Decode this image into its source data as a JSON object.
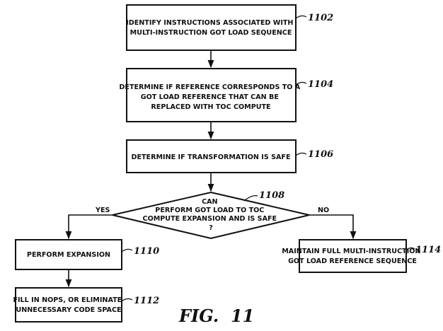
{
  "steps": {
    "s1102": {
      "lines": [
        "IDENTIFY INSTRUCTIONS ASSOCIATED WITH",
        "MULTI-INSTRUCTION GOT LOAD SEQUENCE"
      ],
      "ref": "1102"
    },
    "s1104": {
      "lines": [
        "DETERMINE IF REFERENCE CORRESPONDS TO A",
        "GOT LOAD REFERENCE THAT CAN BE",
        "REPLACED WITH TOC COMPUTE"
      ],
      "ref": "1104"
    },
    "s1106": {
      "lines": [
        "DETERMINE IF TRANSFORMATION IS SAFE"
      ],
      "ref": "1106"
    },
    "s1108": {
      "lines": [
        "CAN",
        "PERFORM GOT LOAD TO TOC",
        "COMPUTE EXPANSION AND IS SAFE",
        "?"
      ],
      "ref": "1108"
    },
    "s1110": {
      "lines": [
        "PERFORM EXPANSION"
      ],
      "ref": "1110"
    },
    "s1112": {
      "lines": [
        "FILL IN NOPS, OR ELIMINATE",
        "UNNECESSARY CODE SPACE"
      ],
      "ref": "1112"
    },
    "s1114": {
      "lines": [
        "MAINTAIN FULL MULTI-INSTRUCTION",
        "GOT LOAD REFERENCE SEQUENCE"
      ],
      "ref": "1114"
    }
  },
  "branches": {
    "yes": "YES",
    "no": "NO"
  },
  "figure_label": "FIG.  11"
}
